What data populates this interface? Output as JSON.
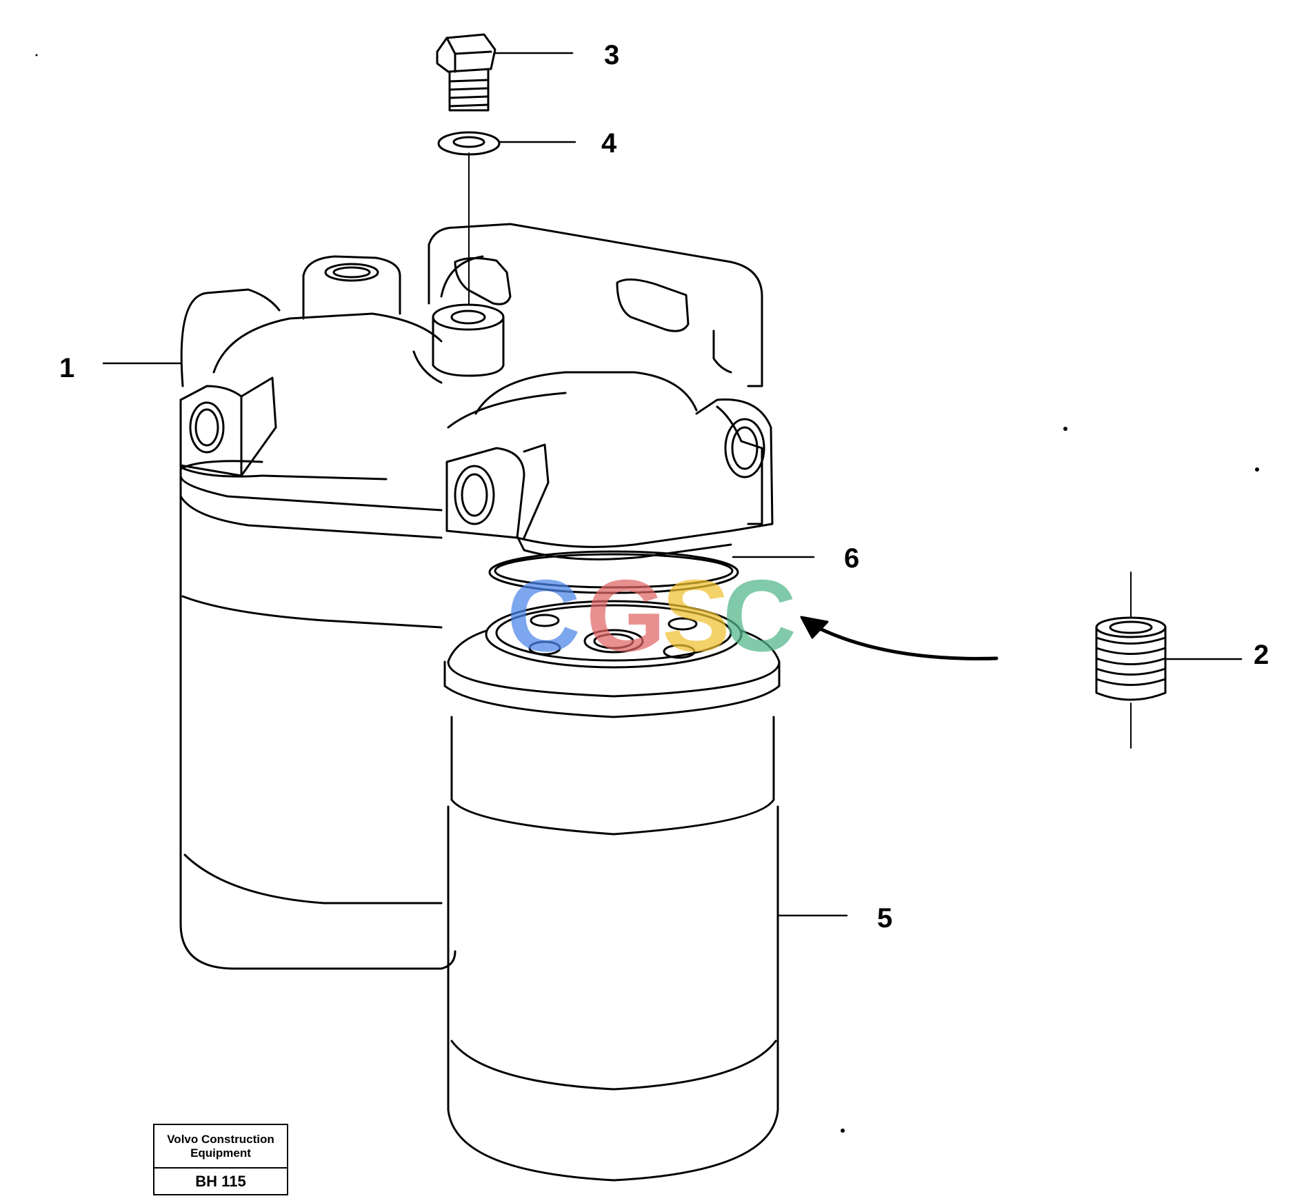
{
  "callouts": {
    "c1": "1",
    "c2": "2",
    "c3": "3",
    "c4": "4",
    "c5": "5",
    "c6": "6"
  },
  "reference_box": {
    "line1": "Volvo Construction",
    "line2": "Equipment",
    "code": "BH 115"
  },
  "watermark": {
    "letters": [
      "C",
      "G",
      "S",
      "C"
    ],
    "colors": [
      "#4a86e8",
      "#e06666",
      "#f1c232",
      "#52b788"
    ]
  },
  "colors": {
    "line": "#000000",
    "background": "#ffffff"
  }
}
